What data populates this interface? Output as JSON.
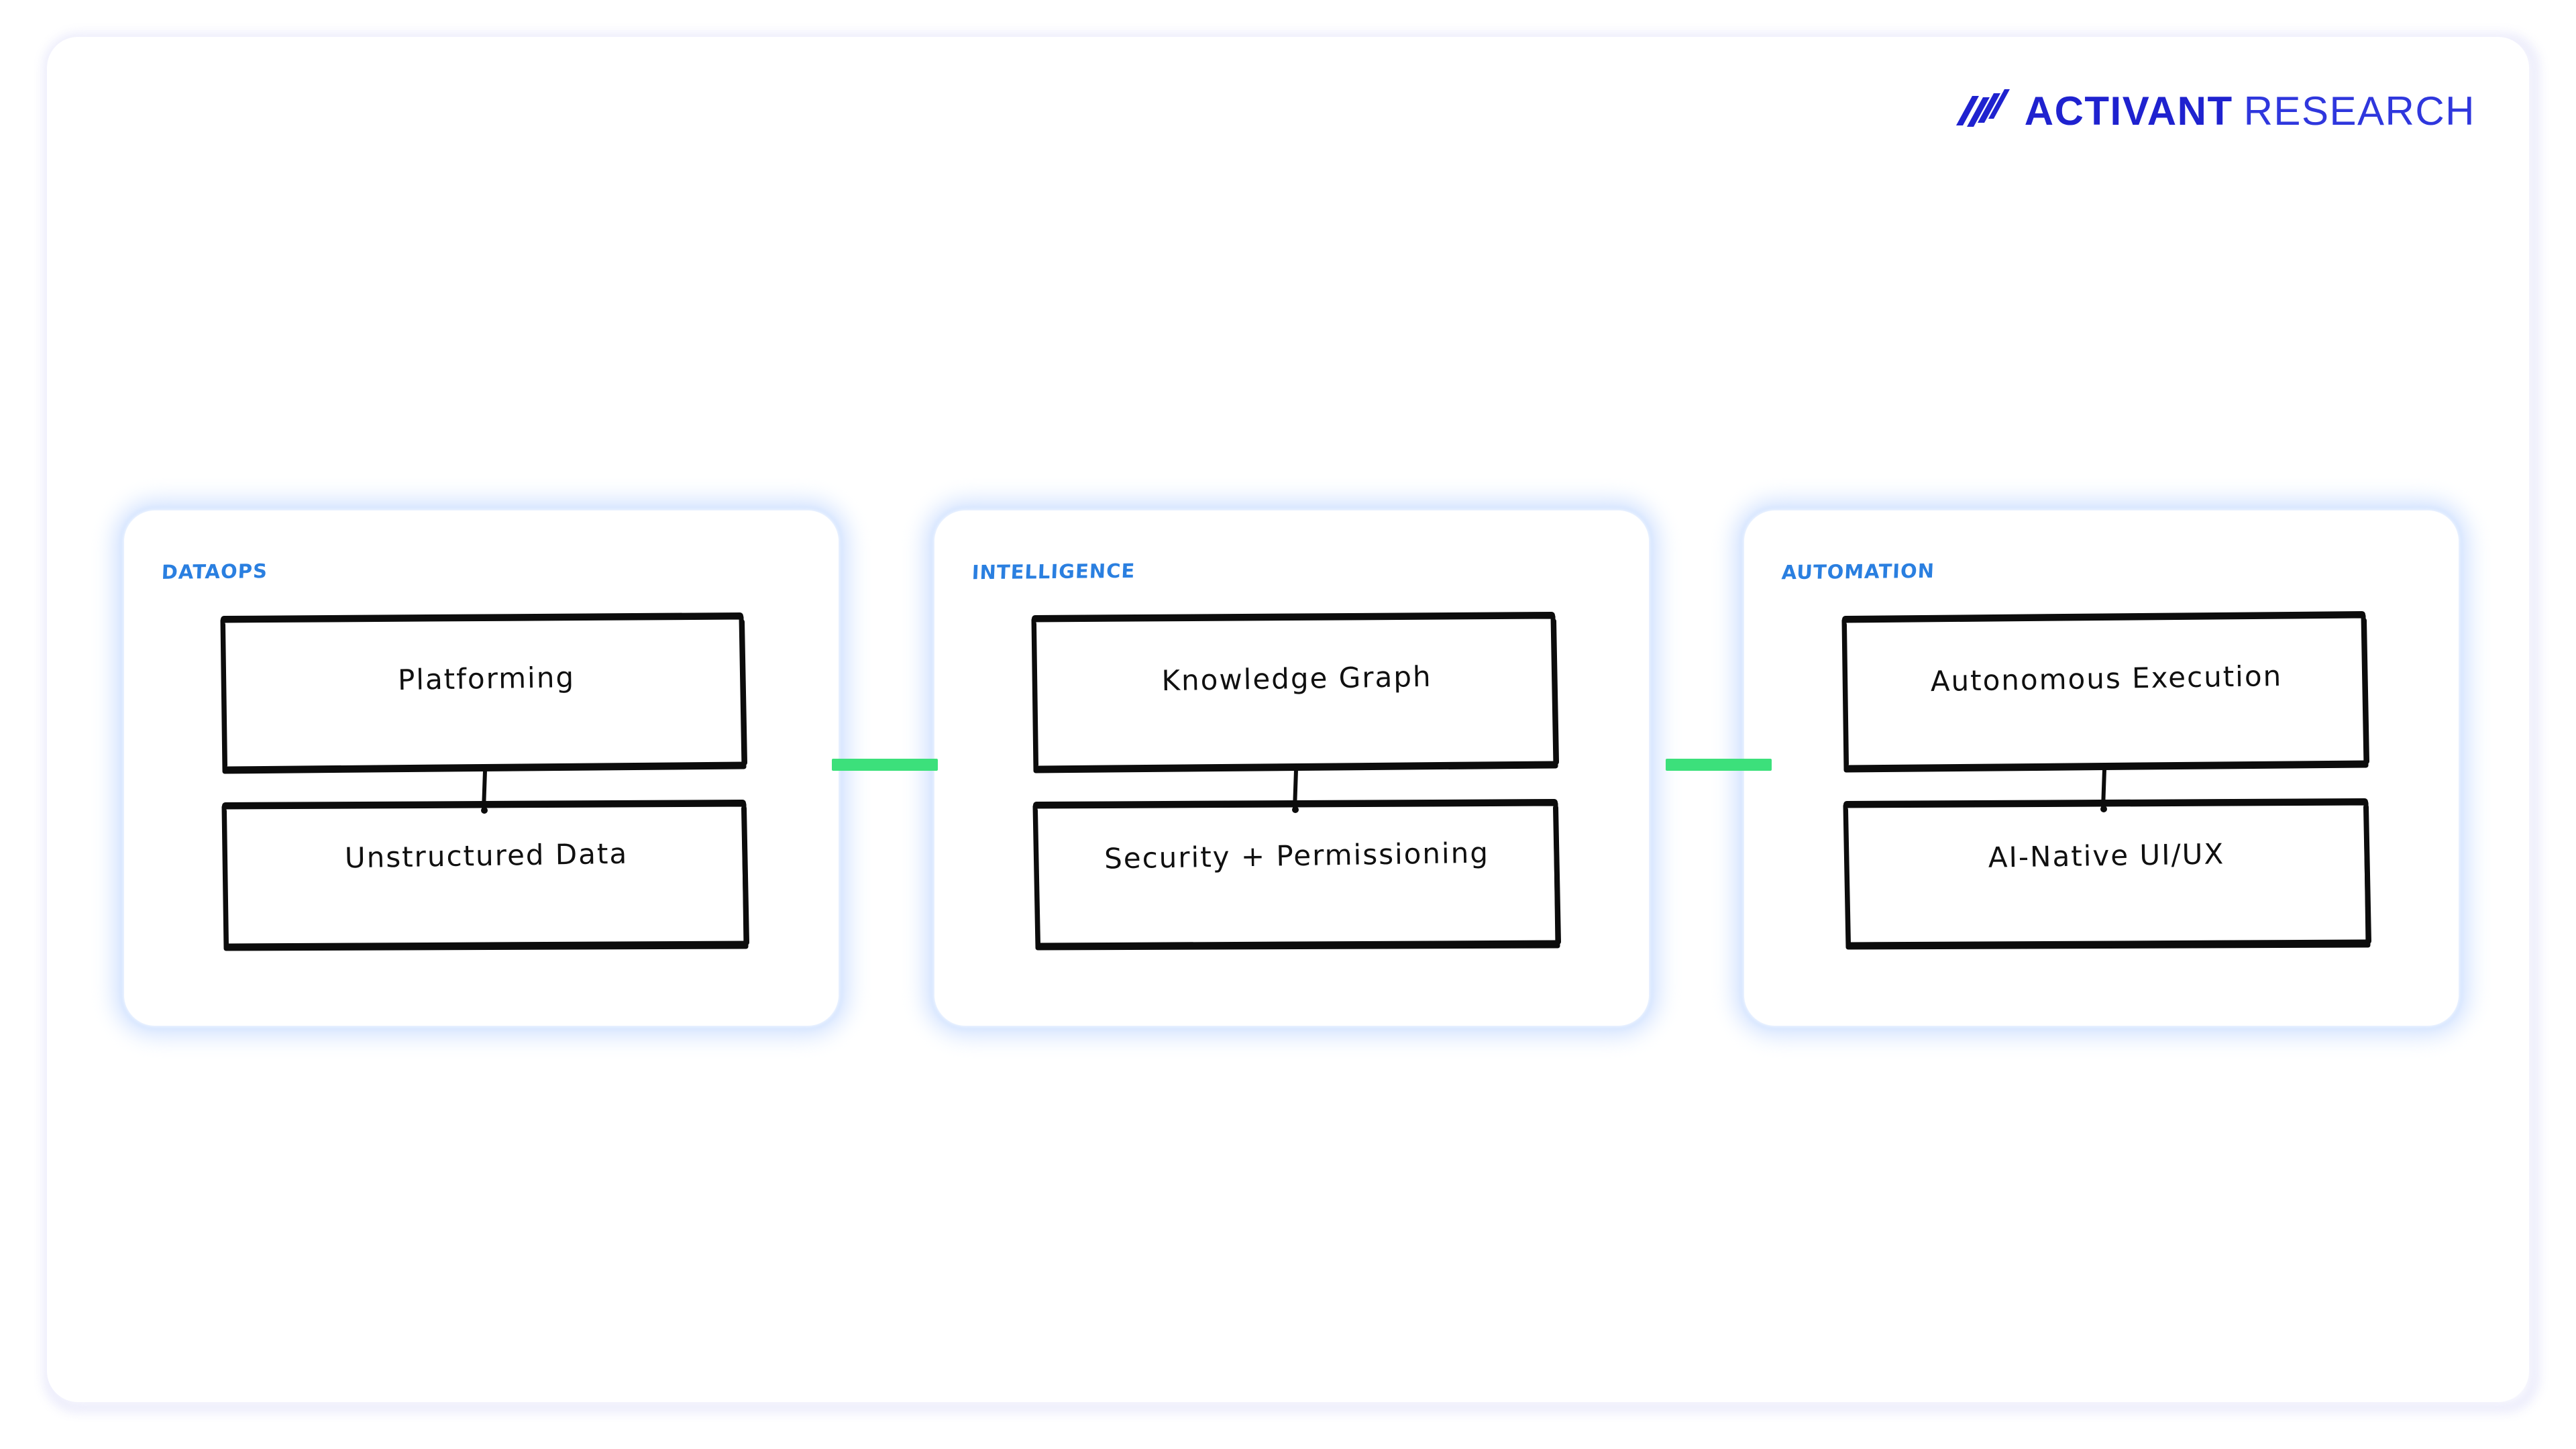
{
  "brand": {
    "logo_mark": "activant-chevrons-icon",
    "name_bold": "ACTIVANT",
    "name_light": "RESEARCH",
    "color_primary": "#1f22cf",
    "color_secondary": "#2f37dd"
  },
  "diagram": {
    "type": "pillar-flow",
    "connector_color": "#3ce07b",
    "title_color": "#2a7fe0",
    "card_glow_color": "#cfe0ff",
    "frame_border_color": "#b9baf2",
    "pillars": [
      {
        "title": "DataOps",
        "boxes": [
          "Platforming",
          "Unstructured Data"
        ]
      },
      {
        "title": "Intelligence",
        "boxes": [
          "Knowledge Graph",
          "Security + Permissioning"
        ]
      },
      {
        "title": "Automation",
        "boxes": [
          "Autonomous Execution",
          "AI-Native UI/UX"
        ]
      }
    ],
    "connectors": [
      {
        "from": "DataOps",
        "to": "Intelligence"
      },
      {
        "from": "Intelligence",
        "to": "Automation"
      }
    ]
  }
}
